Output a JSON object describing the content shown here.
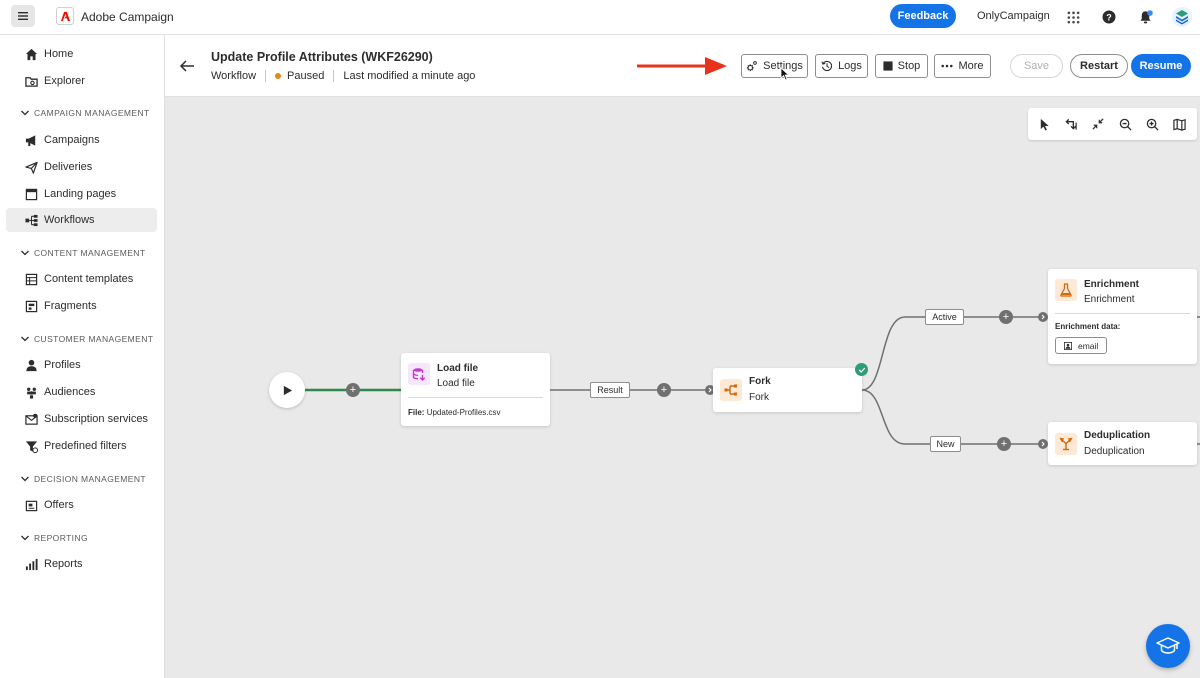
{
  "app": {
    "title": "Adobe Campaign",
    "feedback_label": "Feedback",
    "org_name": "OnlyCampaign"
  },
  "sidebar": {
    "home": "Home",
    "explorer": "Explorer",
    "campaign_mgmt": "CAMPAIGN MANAGEMENT",
    "campaigns": "Campaigns",
    "deliveries": "Deliveries",
    "landing_pages": "Landing pages",
    "workflows": "Workflows",
    "content_mgmt": "CONTENT MANAGEMENT",
    "content_templates": "Content templates",
    "fragments": "Fragments",
    "customer_mgmt": "CUSTOMER MANAGEMENT",
    "profiles": "Profiles",
    "audiences": "Audiences",
    "subscription_services": "Subscription services",
    "predefined_filters": "Predefined filters",
    "decision_mgmt": "DECISION MANAGEMENT",
    "offers": "Offers",
    "reporting": "REPORTING",
    "reports": "Reports"
  },
  "header": {
    "title": "Update Profile Attributes (WKF26290)",
    "type": "Workflow",
    "status": "Paused",
    "modified": "Last modified a minute ago",
    "settings": "Settings",
    "logs": "Logs",
    "stop": "Stop",
    "more": "More",
    "save": "Save",
    "restart": "Restart",
    "resume": "Resume"
  },
  "workflow": {
    "load_file": {
      "title": "Load file",
      "subtitle": "Load file",
      "file_label": "File:",
      "file_name": "Updated-Profiles.csv"
    },
    "result_label": "Result",
    "fork": {
      "title": "Fork",
      "subtitle": "Fork"
    },
    "active_label": "Active",
    "new_label": "New",
    "enrichment": {
      "title": "Enrichment",
      "subtitle": "Enrichment",
      "data_label": "Enrichment data:",
      "chip": "email"
    },
    "deduplication": {
      "title": "Deduplication",
      "subtitle": "Deduplication"
    }
  },
  "colors": {
    "accent": "#1473e6",
    "paused": "#e68619",
    "success": "#2d9d78",
    "annotation_arrow": "#e8331c"
  }
}
